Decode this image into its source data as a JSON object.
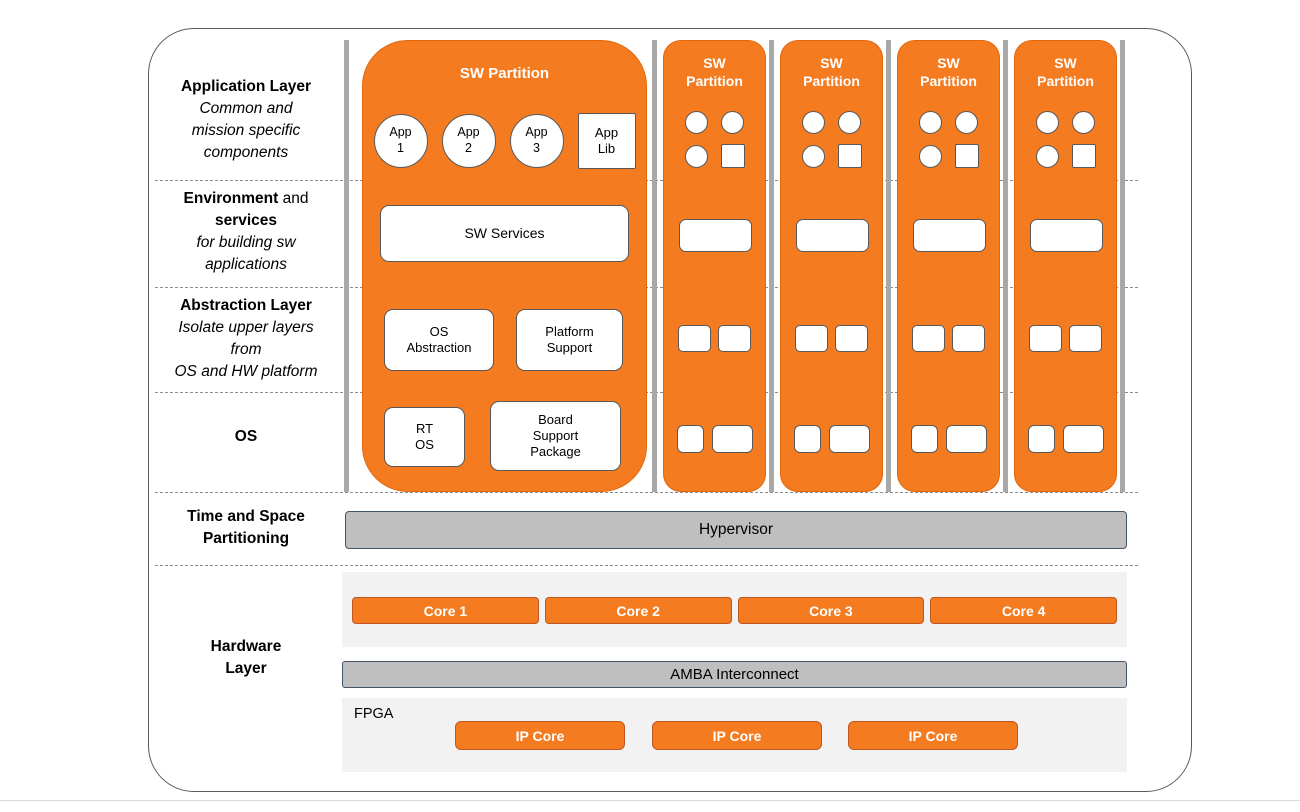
{
  "diagram": {
    "labels": {
      "application": {
        "title": "Application Layer",
        "subtitle": "Common and\nmission specific\ncomponents"
      },
      "environment": {
        "bold1": "Environment",
        "plain1": " and",
        "bold2": "services",
        "subtitle": "for building sw\napplications"
      },
      "abstraction": {
        "title": "Abstraction Layer",
        "subtitle": "Isolate upper layers\nfrom\nOS and HW platform"
      },
      "os": {
        "title": "OS"
      },
      "partitioning": {
        "title": "Time and Space\nPartitioning"
      },
      "hardware": {
        "title": "Hardware\nLayer"
      }
    },
    "main_partition": {
      "title": "SW Partition",
      "apps": [
        "App\n1",
        "App\n2",
        "App\n3"
      ],
      "app_lib": "App\nLib",
      "services": "SW Services",
      "os_abstraction": "OS\nAbstraction",
      "platform_support": "Platform\nSupport",
      "rtos": "RT\nOS",
      "bsp": "Board\nSupport\nPackage"
    },
    "small_partitions": [
      {
        "title": "SW\nPartition"
      },
      {
        "title": "SW\nPartition"
      },
      {
        "title": "SW\nPartition"
      },
      {
        "title": "SW\nPartition"
      }
    ],
    "hypervisor": {
      "label": "Hypervisor"
    },
    "hardware": {
      "cores": [
        "Core 1",
        "Core 2",
        "Core 3",
        "Core 4"
      ],
      "interconnect": "AMBA Interconnect",
      "fpga": "FPGA",
      "ip_cores": [
        "IP Core",
        "IP Core",
        "IP Core"
      ]
    },
    "colors": {
      "orange": "#F47B20",
      "gray_bar": "#BFBFBF",
      "panel_gray": "#F2F2F2",
      "separator": "#A8A8A8"
    }
  }
}
